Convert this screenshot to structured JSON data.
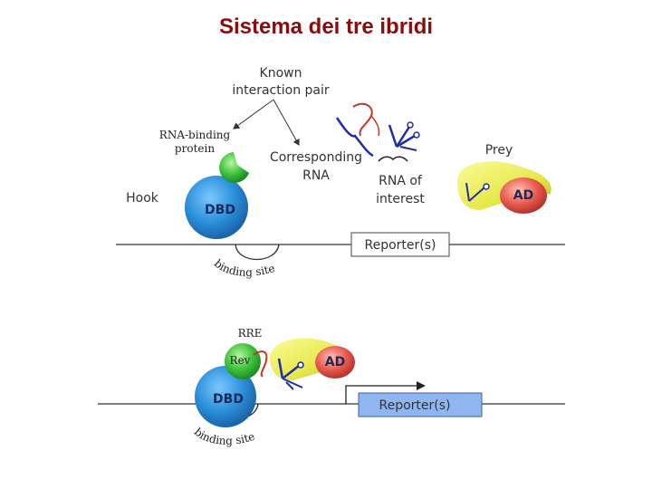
{
  "title": "Sistema dei tre ibridi",
  "top_panel": {
    "known_pair_line1": "Known",
    "known_pair_line2": "interaction pair",
    "rna_binding_line1": "RNA-binding",
    "rna_binding_line2": "protein",
    "corresponding_line1": "Corresponding",
    "corresponding_line2": "RNA",
    "rna_interest_line1": "RNA of",
    "rna_interest_line2": "interest",
    "prey": "Prey",
    "hook": "Hook",
    "dbd": "DBD",
    "ad": "AD",
    "reporter": "Reporter(s)",
    "binding_site": "binding site"
  },
  "bottom_panel": {
    "rre": "RRE",
    "rev": "Rev",
    "dbd": "DBD",
    "ad": "AD",
    "reporter": "Reporter(s)",
    "binding_site": "binding site"
  },
  "colors": {
    "title": "#8b0c0c",
    "dbd": "#2b8fd9",
    "rna_binding": "#3cc13c",
    "prey": "#e6e84a",
    "ad": "#e85a4f",
    "reporter_active": "#8fb6ee",
    "rna": "#1e2fa8",
    "rna_loop": "#c0392b"
  }
}
